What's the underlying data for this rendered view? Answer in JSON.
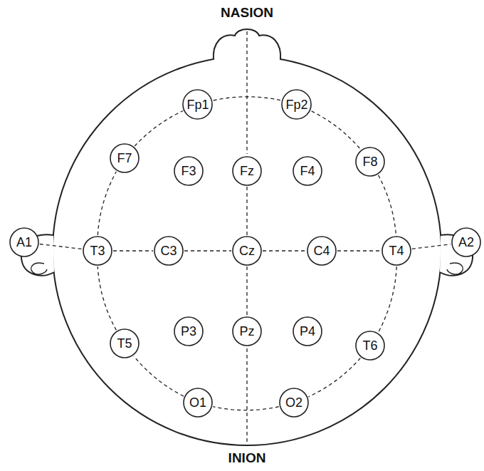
{
  "diagram": {
    "nodes": [
      {
        "text": [
          "Fp1"
        ]
      },
      {
        "text": [
          "Fp2"
        ]
      },
      {
        "text": [
          "F7"
        ]
      },
      {
        "text": [
          "F3"
        ]
      },
      {
        "text": [
          "Fz"
        ]
      },
      {
        "text": [
          "F4"
        ]
      },
      {
        "text": [
          "F8"
        ]
      },
      {
        "text": [
          "A1"
        ]
      },
      {
        "text": [
          "T3"
        ]
      },
      {
        "text": [
          "C3"
        ]
      },
      {
        "text": [
          "Cz"
        ]
      },
      {
        "text": [
          "C4"
        ]
      },
      {
        "text": [
          "T4"
        ]
      },
      {
        "text": [
          "A2"
        ]
      },
      {
        "text": [
          "T5"
        ]
      },
      {
        "text": [
          "P3"
        ]
      },
      {
        "text": [
          "Pz"
        ]
      },
      {
        "text": [
          "P4"
        ]
      },
      {
        "text": [
          "T6"
        ]
      },
      {
        "text": [
          "O1"
        ]
      },
      {
        "text": [
          "O2"
        ]
      }
    ],
    "edges": [
      {
        "from": 7,
        "to": 8,
        "arrow": "none"
      },
      {
        "from": 8,
        "to": 9,
        "arrow": "none"
      },
      {
        "from": 9,
        "to": 10,
        "arrow": "none"
      },
      {
        "from": 10,
        "to": 11,
        "arrow": "none"
      },
      {
        "from": 11,
        "to": 12,
        "arrow": "none"
      },
      {
        "from": 12,
        "to": 13,
        "arrow": "none"
      },
      {
        "from": 4,
        "to": 10,
        "arrow": "none"
      },
      {
        "from": 10,
        "to": 16,
        "arrow": "none"
      },
      {
        "from": 0,
        "to": 1,
        "arrow": "none"
      },
      {
        "from": 1,
        "to": 6,
        "arrow": "none"
      },
      {
        "from": 6,
        "to": 12,
        "arrow": "none"
      },
      {
        "from": 12,
        "to": 18,
        "arrow": "none"
      },
      {
        "from": 18,
        "to": 20,
        "arrow": "none"
      },
      {
        "from": 20,
        "to": 19,
        "arrow": "none"
      },
      {
        "from": 19,
        "to": 14,
        "arrow": "none"
      },
      {
        "from": 14,
        "to": 8,
        "arrow": "none"
      },
      {
        "from": 8,
        "to": 2,
        "arrow": "none"
      },
      {
        "from": 2,
        "to": 0,
        "arrow": "none"
      }
    ],
    "labels": [
      "NASION",
      "INION"
    ]
  }
}
